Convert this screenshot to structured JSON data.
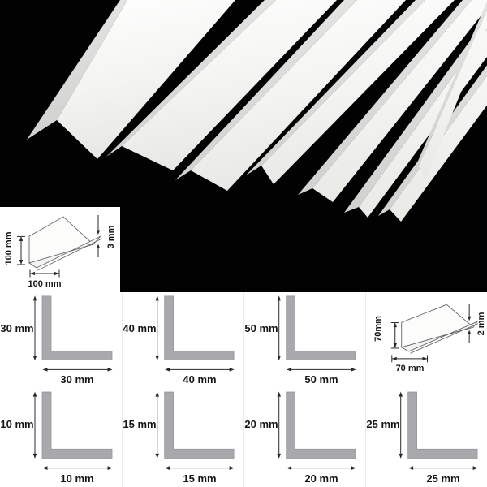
{
  "product_photo": {
    "strip_count": 8,
    "background": "#000000",
    "strip_color": "#f7f7f4"
  },
  "diagrams": {
    "d100": {
      "height": "100 mm",
      "width": "100 mm",
      "thickness": "3 mm"
    },
    "d70": {
      "height": "70mm",
      "width": "70 mm",
      "thickness": "2 mm"
    },
    "cells": [
      {
        "height": "30 mm",
        "width": "30 mm"
      },
      {
        "height": "40 mm",
        "width": "40 mm"
      },
      {
        "height": "50 mm",
        "width": "50 mm"
      },
      {
        "height": "10 mm",
        "width": "10 mm"
      },
      {
        "height": "15 mm",
        "width": "15 mm"
      },
      {
        "height": "20 mm",
        "width": "20 mm"
      },
      {
        "height": "25 mm",
        "width": "25 mm"
      }
    ]
  },
  "colors": {
    "photo_bg": "#000000",
    "profile_gray": "#a9a9ad",
    "dimension_line": "#2a2a2c",
    "panel_bg": "#ffffff"
  }
}
